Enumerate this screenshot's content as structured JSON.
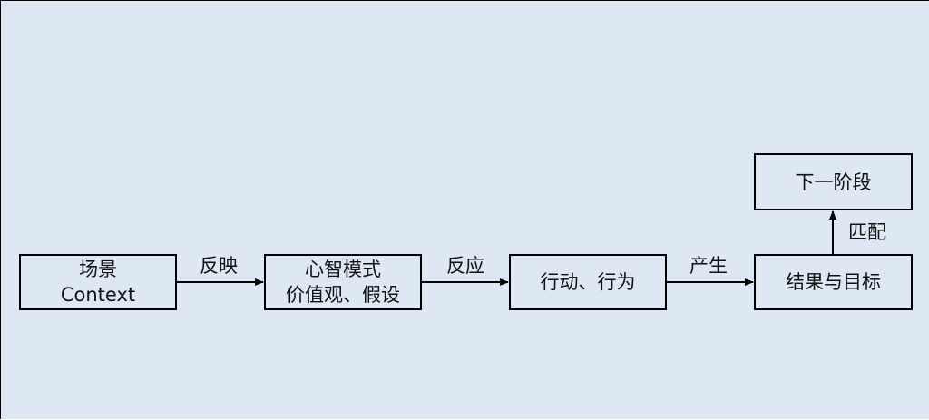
{
  "nodes": {
    "context": {
      "line1": "场景",
      "line2": "Context"
    },
    "mental_model": {
      "line1": "心智模式",
      "line2": "价值观、假设"
    },
    "action": {
      "label": "行动、行为"
    },
    "result": {
      "label": "结果与目标"
    },
    "next_stage": {
      "label": "下一阶段"
    }
  },
  "edges": {
    "reflect": "反映",
    "respond": "反应",
    "produce": "产生",
    "match": "匹配"
  }
}
